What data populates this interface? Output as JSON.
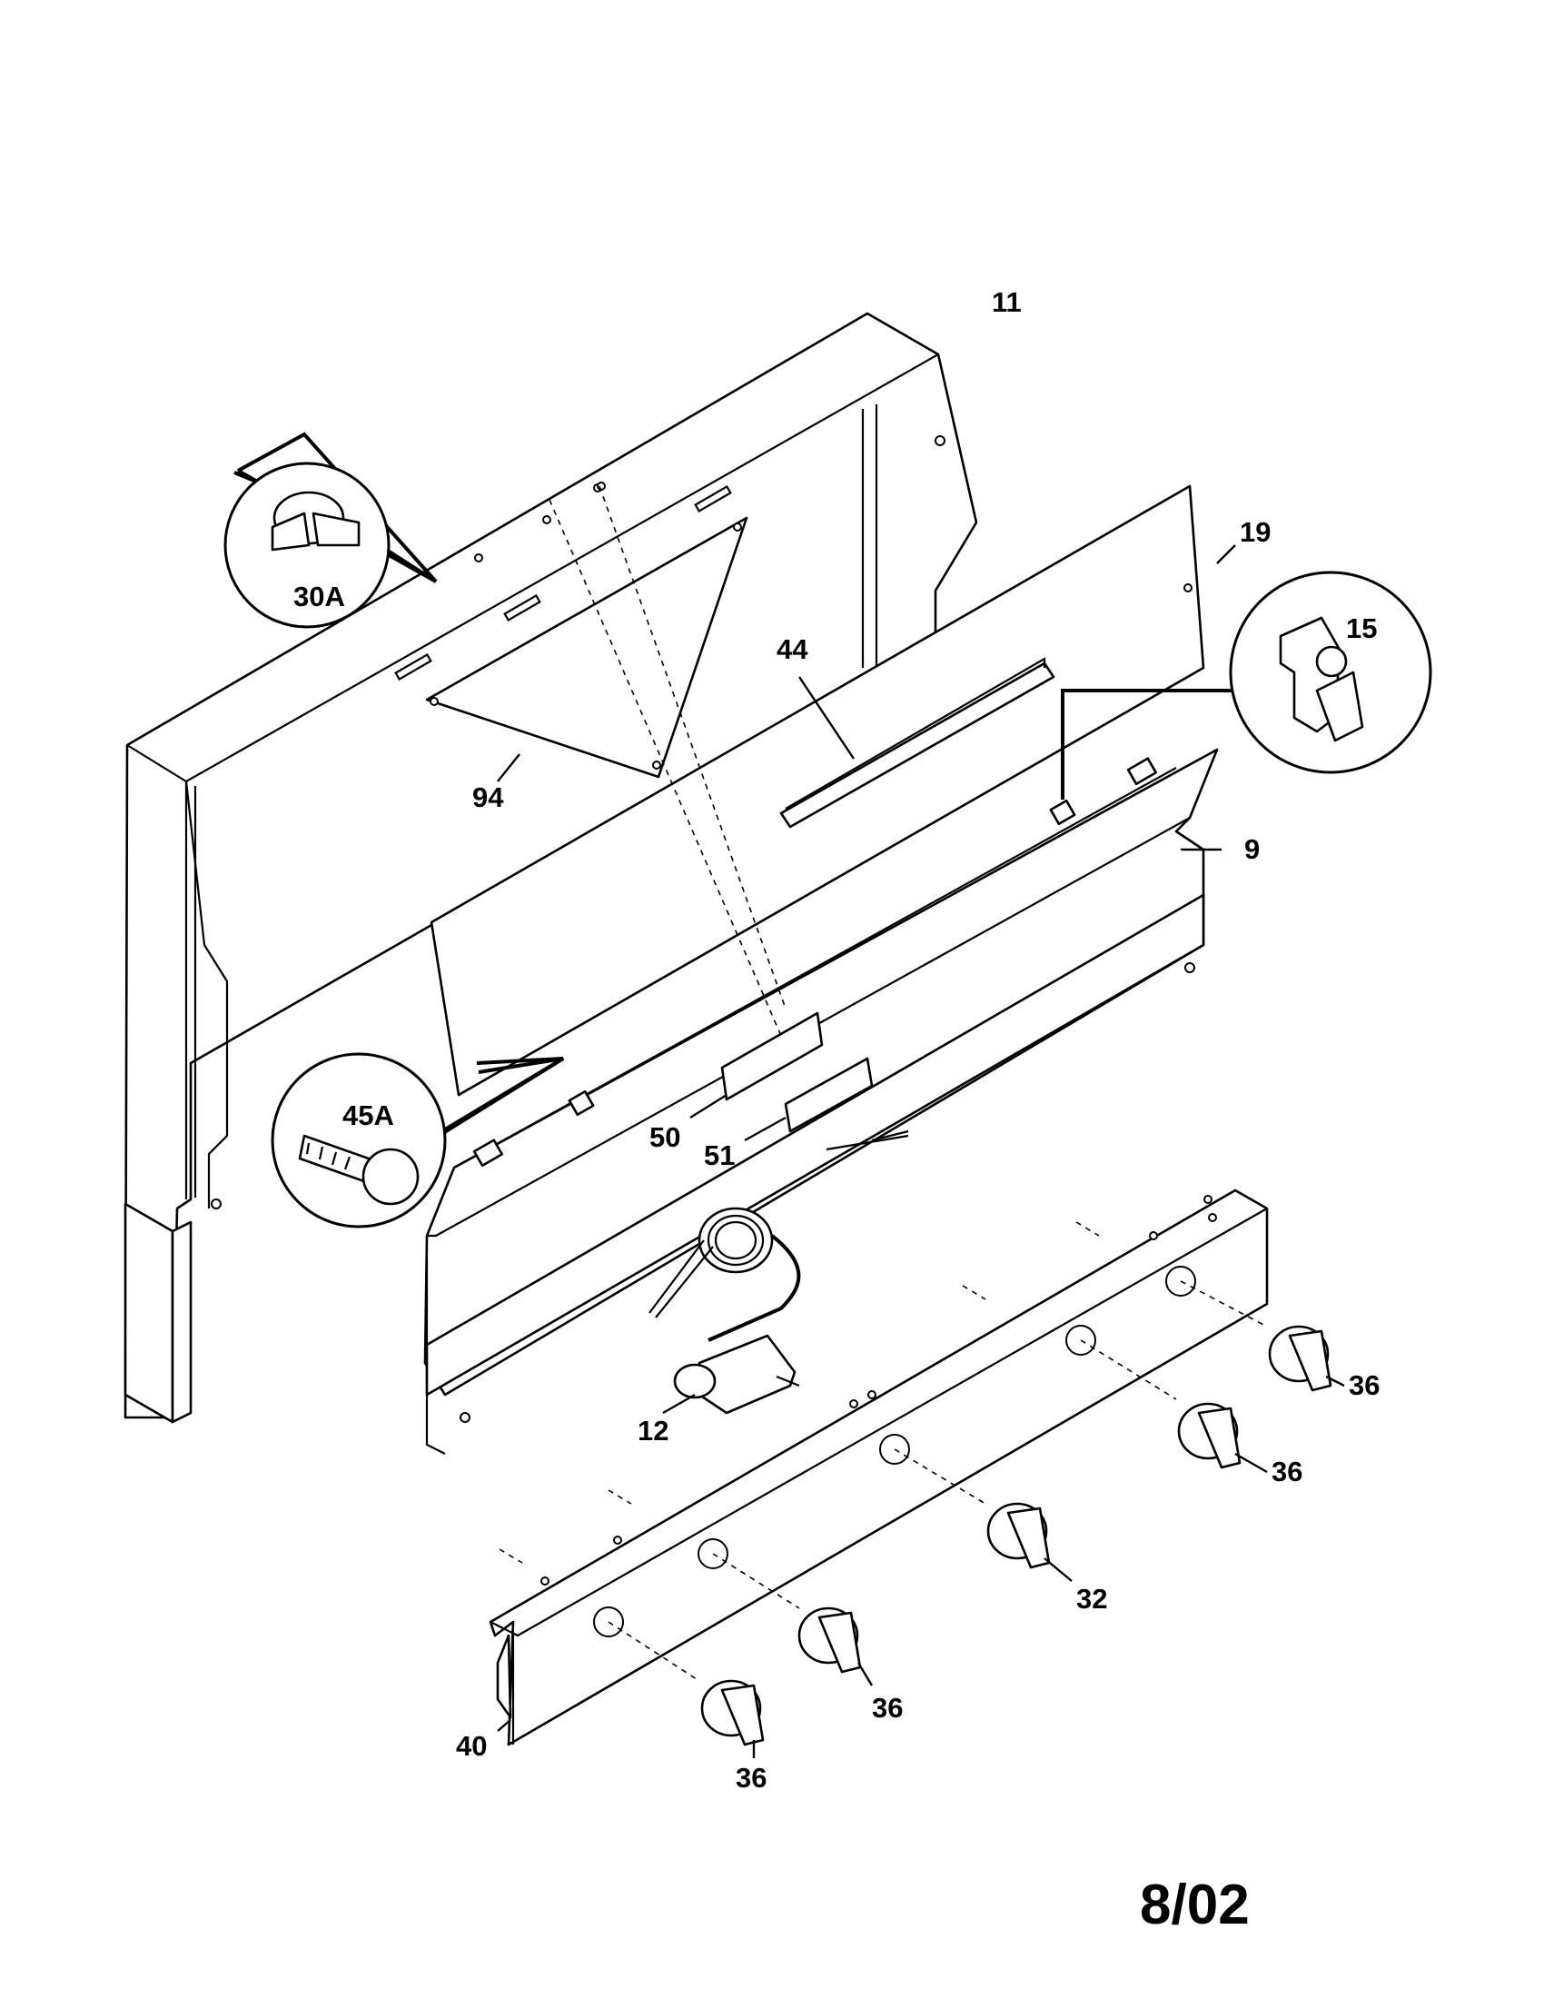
{
  "diagram": {
    "labels": {
      "p11": "11",
      "p19": "19",
      "p15": "15",
      "p44": "44",
      "p94": "94",
      "p9": "9",
      "p30a": "30A",
      "p45a": "45A",
      "p50": "50",
      "p51": "51",
      "p12": "12",
      "p36a": "36",
      "p36b": "36",
      "p36c": "36",
      "p36d": "36",
      "p32": "32",
      "p40": "40"
    },
    "date_code": "8/02"
  }
}
